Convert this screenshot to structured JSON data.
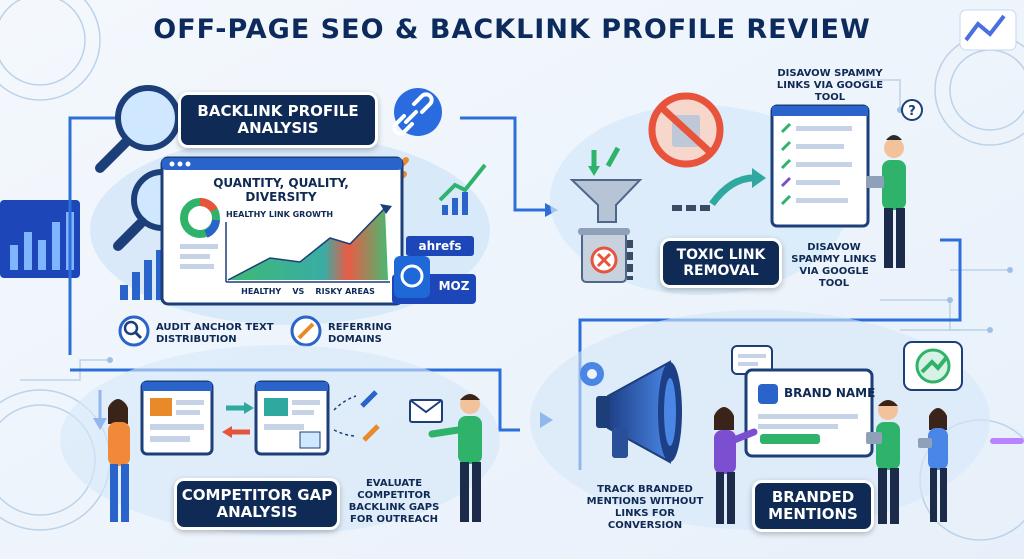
{
  "title": "OFF-PAGE SEO & BACKLINK PROFILE REVIEW",
  "backlink": {
    "label": "BACKLINK PROFILE ANALYSIS",
    "panel_header": "QUANTITY, QUALITY, DIVERSITY",
    "chart_title": "HEALTHY LINK GROWTH",
    "chart_footer": "HEALTHY    VS    RISKY AREAS",
    "tool_ahrefs": "ahrefs",
    "tool_moz": "MOZ",
    "audit": "AUDIT ANCHOR TEXT DISTRIBUTION",
    "referring": "REFERRING DOMAINS"
  },
  "toxic": {
    "label": "TOXIC LINK REMOVAL",
    "caption_top": "DISAVOW SPAMMY LINKS VIA GOOGLE TOOL",
    "caption_bottom": "DISAVOW SPAMMY LINKS VIA GOOGLE TOOL"
  },
  "competitor": {
    "label": "COMPETITOR GAP ANALYSIS",
    "caption": "EVALUATE COMPETITOR BACKLINK GAPS FOR OUTREACH"
  },
  "branded": {
    "label": "BRANDED MENTIONS",
    "caption": "TRACK BRANDED MENTIONS WITHOUT LINKS FOR CONVERSION",
    "brand_name": "BRAND NAME"
  },
  "colors": {
    "navy": "#0f2a55",
    "accent_blue": "#2a63c9",
    "healthy_green": "#2fb36b",
    "risky_red": "#e8533c",
    "background": "#eef4fb"
  }
}
